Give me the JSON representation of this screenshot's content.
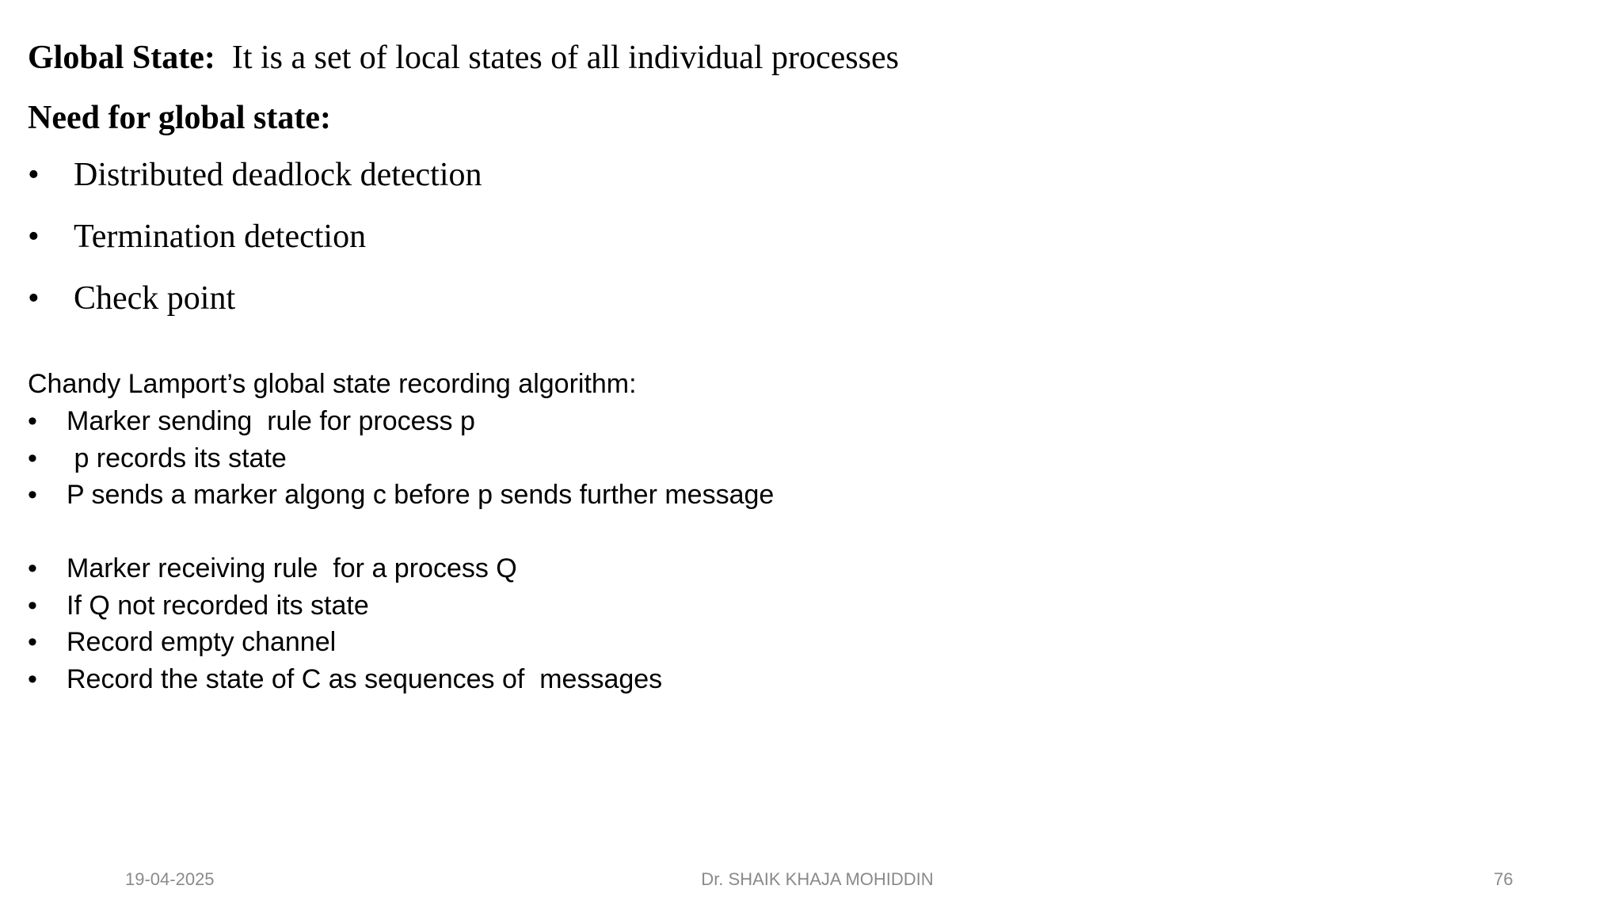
{
  "definition": {
    "label": "Global State:",
    "text": "It is a set of local states of all individual processes"
  },
  "need": {
    "heading": "Need for global state:",
    "items": [
      {
        "bullet": "•",
        "text": "Distributed deadlock detection"
      },
      {
        "bullet": "•",
        "text": "Termination detection"
      },
      {
        "bullet": "•",
        "text": "Check point"
      }
    ]
  },
  "algorithm": {
    "title": "Chandy Lamport’s global state recording algorithm:",
    "sending_rule": [
      {
        "bullet": "•",
        "text": "Marker sending  rule for process p"
      },
      {
        "bullet": "•",
        "text": " p records its state"
      },
      {
        "bullet": "•",
        "text": "P sends a marker algong c before p sends further message"
      }
    ],
    "receiving_rule": [
      {
        "bullet": "•",
        "text": "Marker receiving rule  for a process Q"
      },
      {
        "bullet": "•",
        "text": "If Q not recorded its state"
      },
      {
        "bullet": "•",
        "text": "Record empty channel"
      },
      {
        "bullet": "•",
        "text": "Record the state of C as sequences of  messages"
      }
    ]
  },
  "footer": {
    "date": "19-04-2025",
    "author": "Dr. SHAIK KHAJA MOHIDDIN",
    "page_number": "76"
  }
}
